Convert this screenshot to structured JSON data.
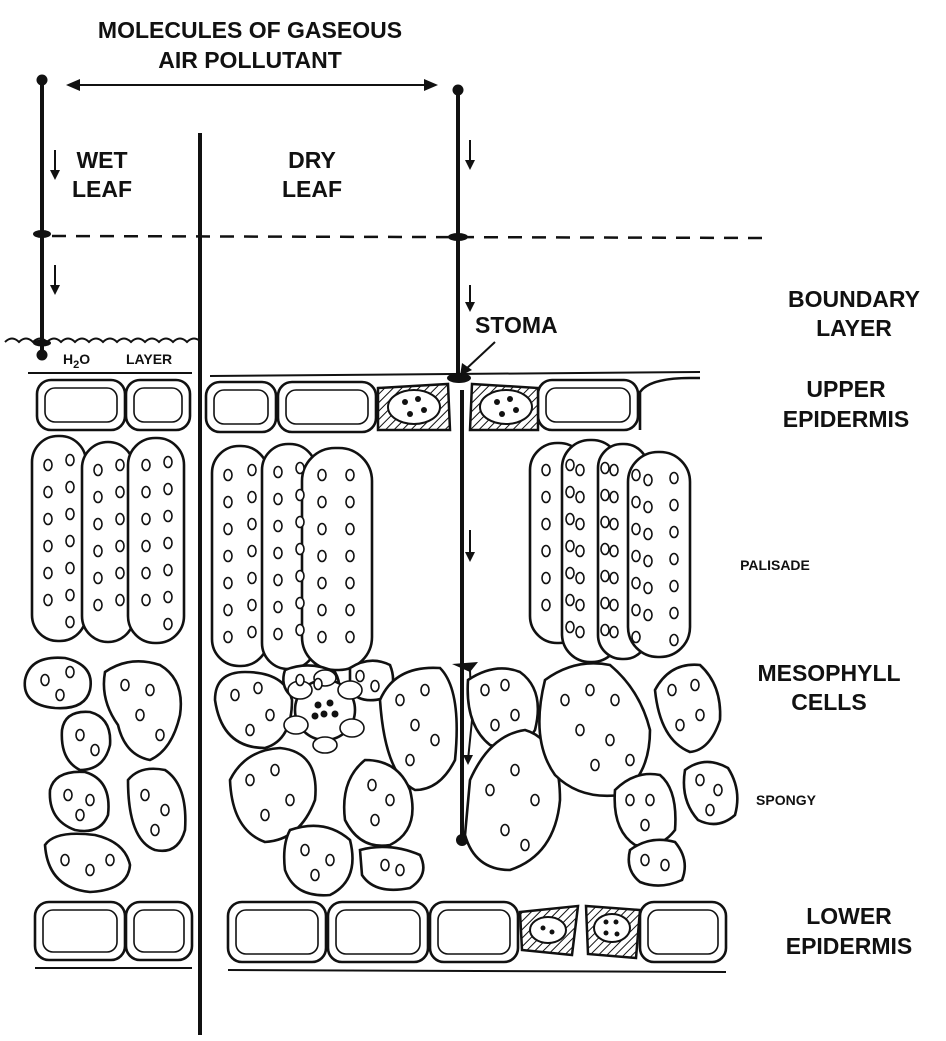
{
  "labels": {
    "title_line1": "MOLECULES OF GASEOUS",
    "title_line2": "AIR POLLUTANT",
    "wet_line1": "WET",
    "wet_line2": "LEAF",
    "dry_line1": "DRY",
    "dry_line2": "LEAF",
    "h2o_h": "H",
    "h2o_sub": "2",
    "h2o_rest": "O",
    "layer": "LAYER",
    "stoma": "STOMA",
    "boundary_line1": "BOUNDARY",
    "boundary_line2": "LAYER",
    "upper_line1": "UPPER",
    "upper_line2": "EPIDERMIS",
    "palisade": "PALISADE",
    "mesophyll_line1": "MESOPHYLL",
    "mesophyll_line2": "CELLS",
    "spongy": "SPONGY",
    "lower_line1": "LOWER",
    "lower_line2": "EPIDERMIS"
  }
}
